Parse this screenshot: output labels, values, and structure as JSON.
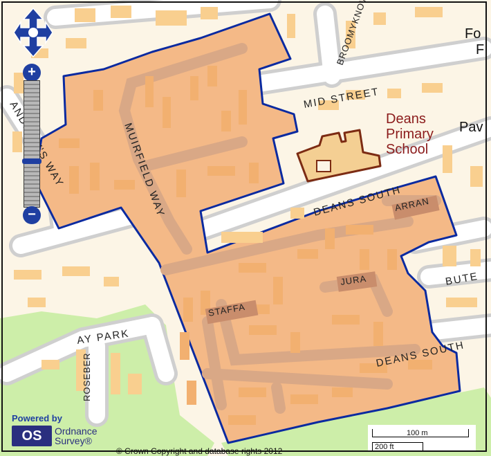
{
  "map": {
    "place_labels": {
      "school_line1": "Deans",
      "school_line2": "Primary",
      "school_line3": "School",
      "edge_fo": "Fo",
      "edge_f": "F",
      "edge_pav": "Pav"
    },
    "road_labels": {
      "mid_street": "MID STREET",
      "broomyknowe": "BROOMYKNOWE",
      "muirfield_way": "MUIRFIELD WAY",
      "deans_south_top": "DEANS SOUTH",
      "deans_south_bottom": "DEANS SOUTH",
      "arran": "ARRAN",
      "bute": "BUTE",
      "jura": "JURA",
      "staffa": "STAFFA",
      "andrew_way": "ANDREW'S WAY",
      "rosebery_park": "ROSEBERY PARK",
      "rosebery_vertical": "ROSEBER",
      "ay_park": "AY PARK"
    },
    "colors": {
      "background": "#fcf5e6",
      "building": "#f9cf8f",
      "highlight_fill": "#f4b987",
      "highlight_border": "#0a2aa0",
      "road_main": "#d6d6d6",
      "road_inner": "#ffffff",
      "green": "#cdeea9",
      "school": "#7c2b13"
    }
  },
  "controls": {
    "zoom_in": "+",
    "zoom_out": "−"
  },
  "attribution": {
    "powered_by": "Powered by",
    "os_mark": "OS",
    "os_name_line1": "Ordnance",
    "os_name_line2": "Survey®",
    "copyright": "© Crown Copyright and database rights 2012"
  },
  "scale": {
    "metric": "100 m",
    "imperial": "200 ft"
  }
}
